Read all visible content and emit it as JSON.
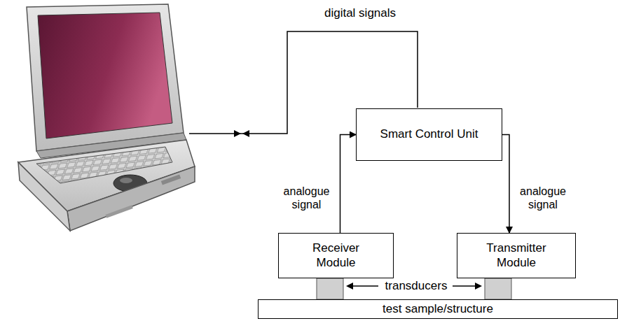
{
  "diagram": {
    "nodes": [
      {
        "text": [
          "Smart Control Unit"
        ]
      },
      {
        "text": [
          "Receiver Module"
        ]
      },
      {
        "text": [
          "Transmitter Module"
        ]
      },
      {
        "text": [
          "test sample/structure"
        ]
      }
    ],
    "edges": [
      {
        "from": 1,
        "to": 0,
        "arrow": "to",
        "label": "analogue signal"
      },
      {
        "from": 0,
        "to": 2,
        "arrow": "to",
        "label": "analogue signal"
      }
    ],
    "labels": [
      "digital signals",
      "transducers"
    ]
  }
}
